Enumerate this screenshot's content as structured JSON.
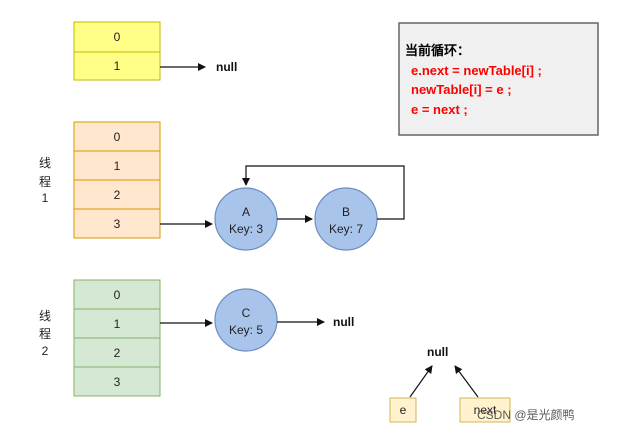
{
  "colors": {
    "yellow_fill": "#ffff88",
    "yellow_stroke": "#c8b400",
    "orange_fill": "#ffe6cc",
    "orange_stroke": "#d79b00",
    "green_fill": "#d5e8d4",
    "green_stroke": "#82b366",
    "node_fill": "#a9c4eb",
    "node_stroke": "#6c8ebf",
    "code_fill": "#f0f0f0",
    "code_stroke": "#666666",
    "ptr_fill": "#fff2cc",
    "ptr_stroke": "#d6b656",
    "code_text": "#ff0000"
  },
  "top_table": {
    "cells": [
      "0",
      "1"
    ],
    "null_label": "null"
  },
  "thread1": {
    "label_chars": [
      "线",
      "程",
      "1"
    ],
    "cells": [
      "0",
      "1",
      "2",
      "3"
    ],
    "node_a": {
      "name": "A",
      "key": "Key: 3"
    },
    "node_b": {
      "name": "B",
      "key": "Key: 7"
    }
  },
  "thread2": {
    "label_chars": [
      "线",
      "程",
      "2"
    ],
    "cells": [
      "0",
      "1",
      "2",
      "3"
    ],
    "node_c": {
      "name": "C",
      "key": "Key: 5"
    },
    "null_label": "null"
  },
  "code_box": {
    "title": "当前循环：",
    "lines": [
      "e.next = newTable[i] ;",
      "newTable[i] = e ;",
      "e = next ;"
    ]
  },
  "pointers": {
    "null_label": "null",
    "e_label": "e",
    "next_label": "next"
  },
  "watermark": "CSDN @是光颜鸭"
}
